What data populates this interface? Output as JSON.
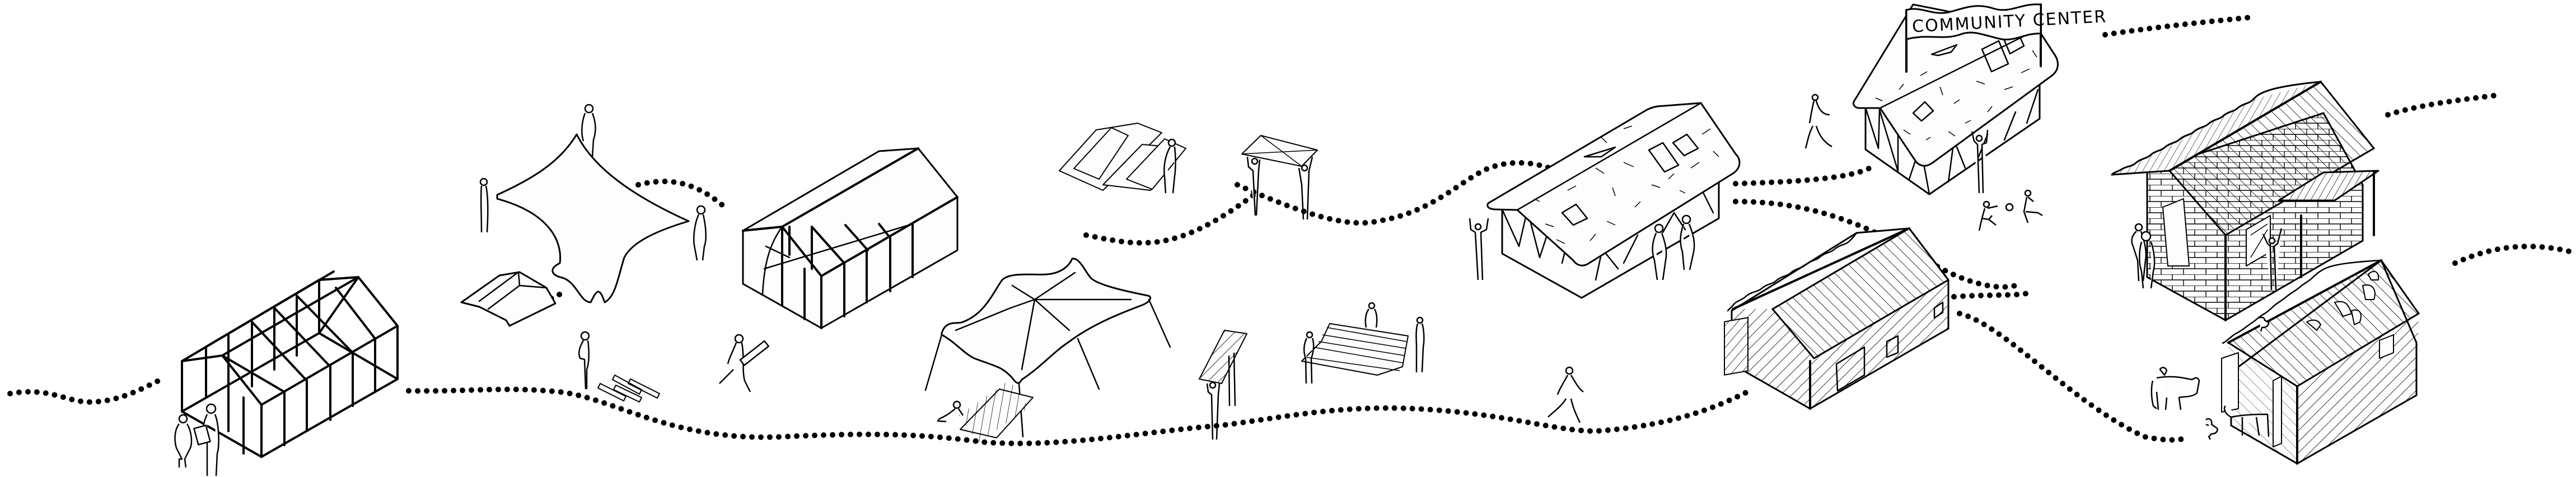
{
  "illustration": {
    "type": "isometric line-art panorama",
    "palette": {
      "line": "#000000",
      "background": "#ffffff",
      "fill": "#fdfdfd"
    },
    "sign": {
      "text": "COMMUNITY CENTER"
    },
    "scenes": [
      {
        "id": "greenhouse-frame",
        "label": "Greenhouse frame structure with two people"
      },
      {
        "id": "tarp",
        "label": "Tarp held by three people"
      },
      {
        "id": "box",
        "label": "Open cardboard box"
      },
      {
        "id": "planks",
        "label": "Stacked wooden planks with standing person"
      },
      {
        "id": "plank-carrier",
        "label": "Person walking carrying a plank"
      },
      {
        "id": "covered-frame",
        "label": "Half-covered greenhouse frame"
      },
      {
        "id": "tent",
        "label": "Stretched fabric tent with poles"
      },
      {
        "id": "folded-panels",
        "label": "Folded triangular panels with person"
      },
      {
        "id": "panel-lift",
        "label": "Two people lifting a panel overhead"
      },
      {
        "id": "hatched-panel",
        "label": "Two people carrying hatched panel"
      },
      {
        "id": "corrugated-sheet",
        "label": "Three people carrying corrugated sheet"
      },
      {
        "id": "thatched-house",
        "label": "Thatched roof house with people"
      },
      {
        "id": "walker",
        "label": "Person walking on path"
      },
      {
        "id": "corrugated-shed",
        "label": "Shed with corrugated roof and hatched walls"
      },
      {
        "id": "community-center",
        "label": "Community center building with sign"
      },
      {
        "id": "ball-players",
        "label": "Two children playing with ball"
      },
      {
        "id": "brick-house",
        "label": "Brick house with corrugated roof and porch"
      },
      {
        "id": "barn",
        "label": "Barn with cattle, chickens and vines on roof"
      }
    ],
    "path": {
      "style": "dotted",
      "count": 6
    }
  }
}
